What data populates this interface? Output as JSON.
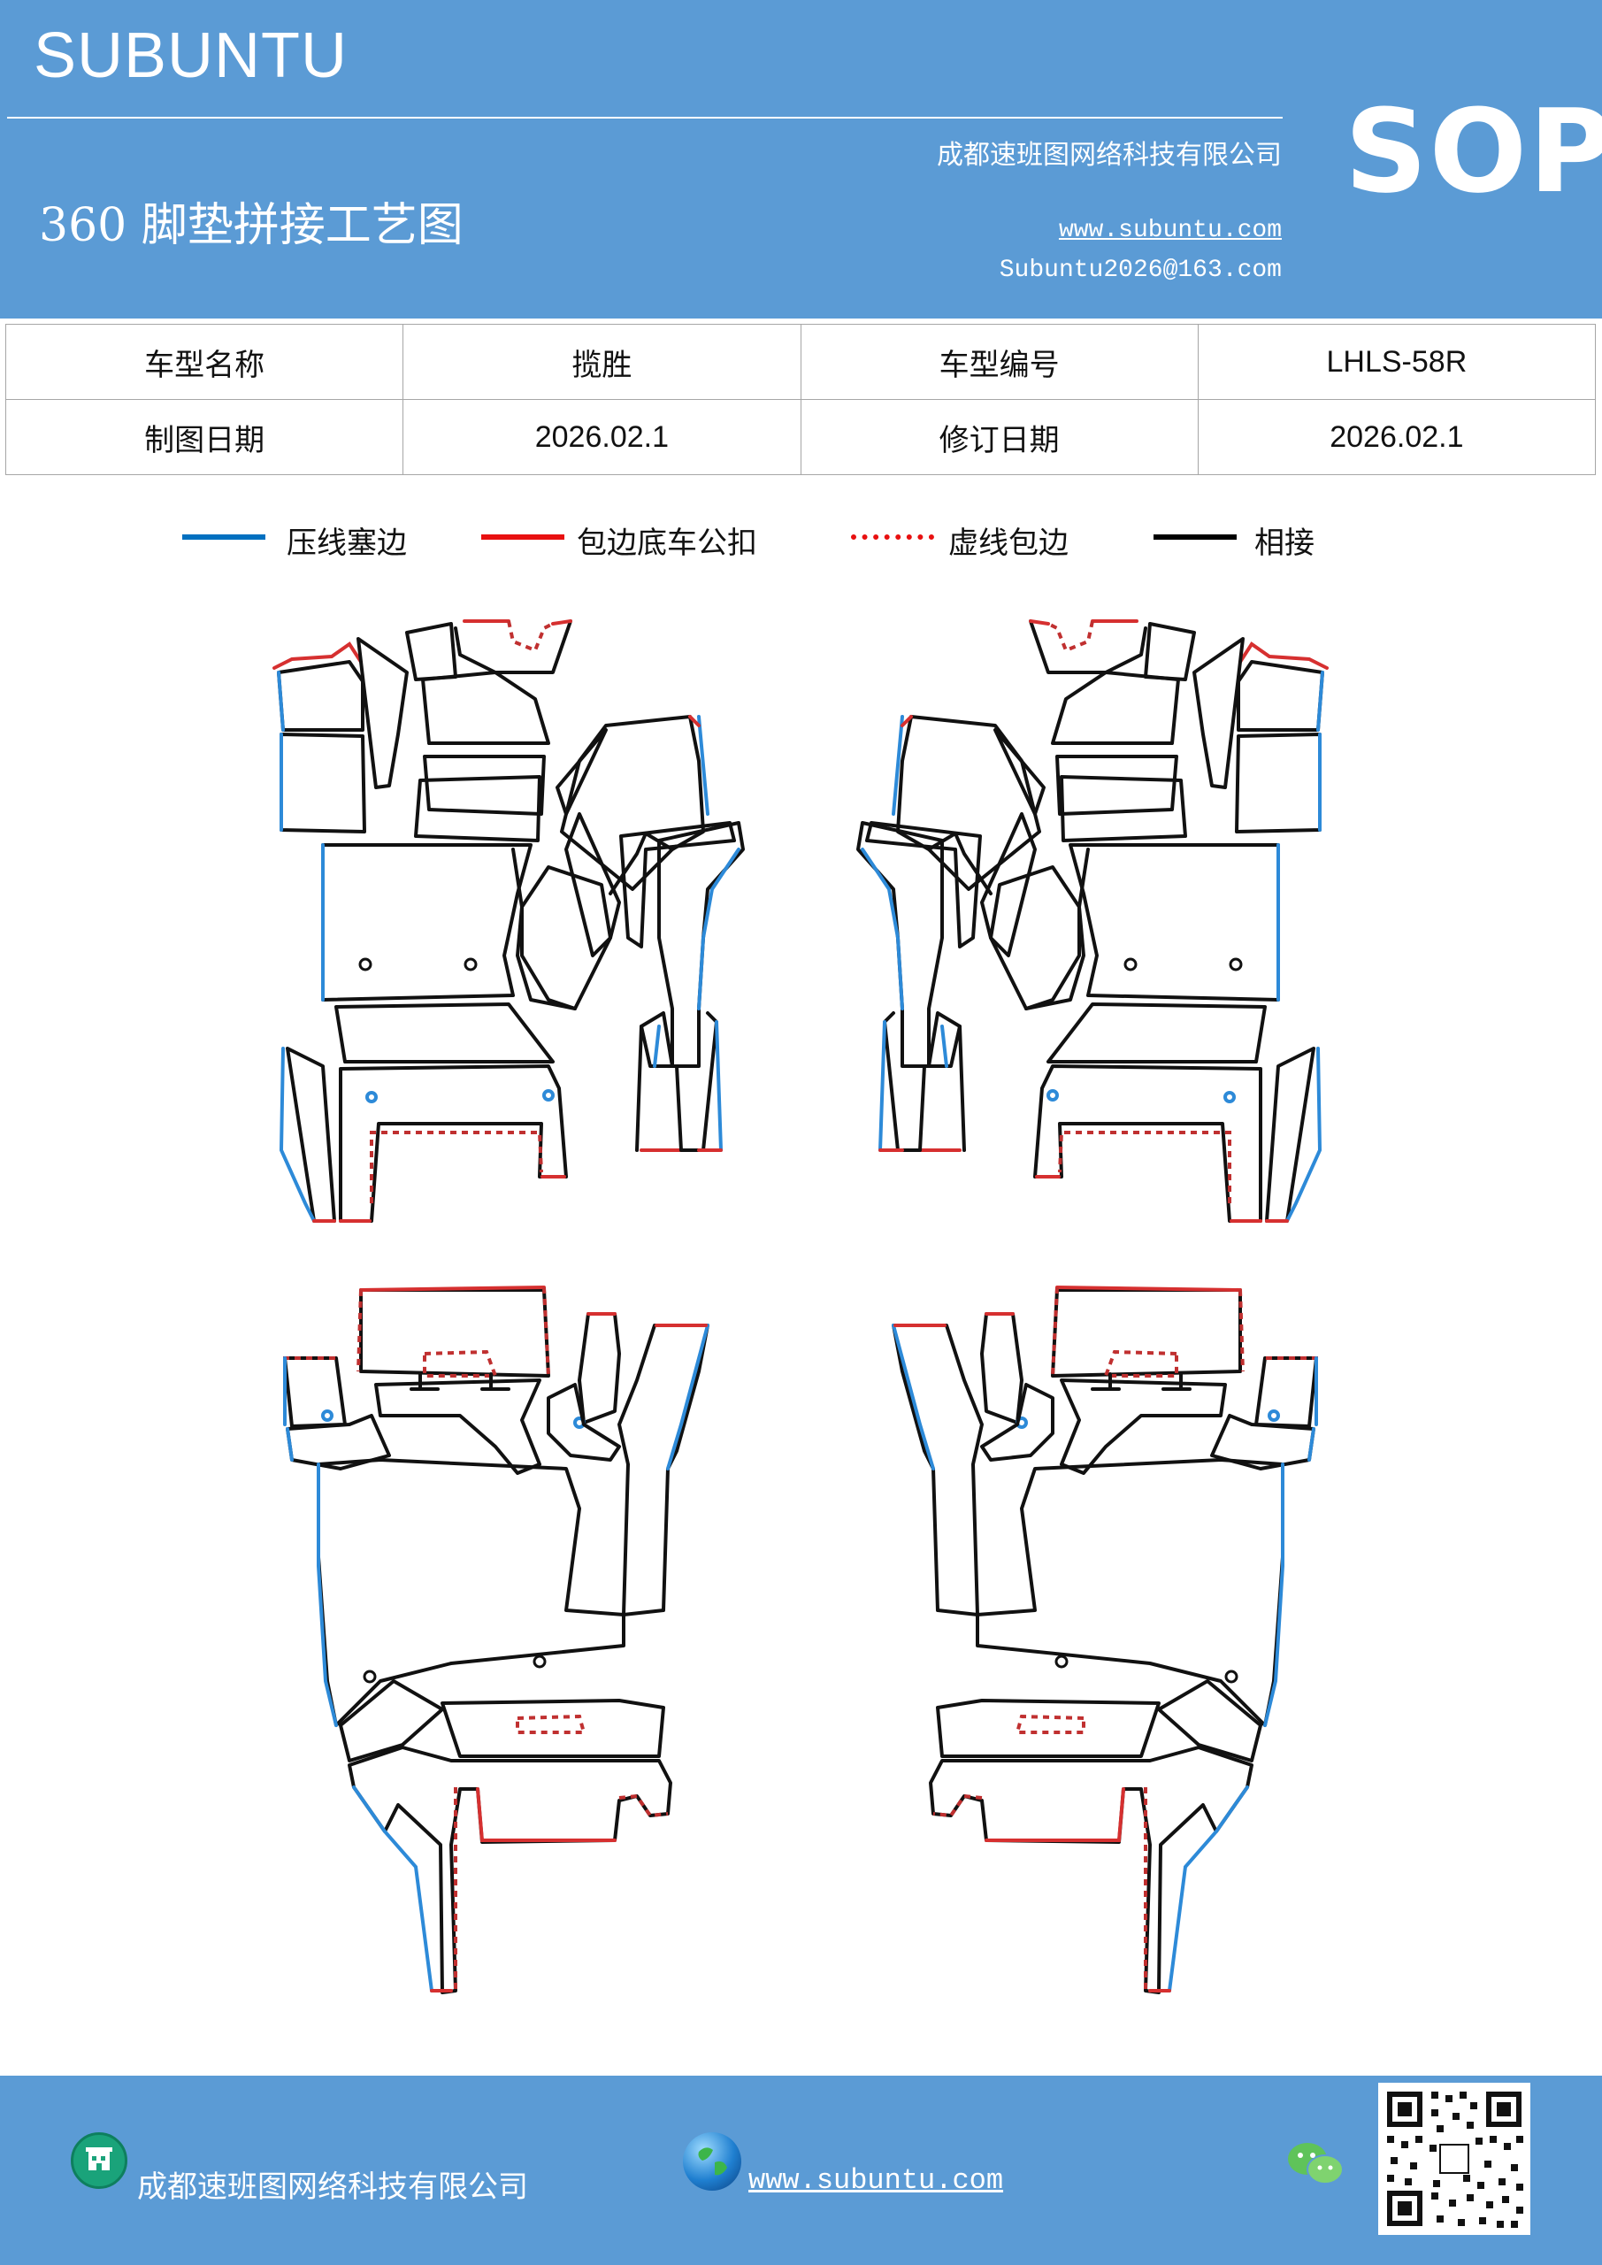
{
  "header": {
    "brand": "SUBUNTU",
    "title": "360 脚垫拼接工艺图",
    "company": "成都速班图网络科技有限公司",
    "website": "www.subuntu.com",
    "email": "Subuntu2026@163.com",
    "badge": "SOP",
    "bg_color": "#5b9bd5"
  },
  "info_table": {
    "rows": [
      [
        "车型名称",
        "揽胜",
        "车型编号",
        "LHLS-58R"
      ],
      [
        "制图日期",
        "2026.02.1",
        "修订日期",
        "2026.02.1"
      ]
    ]
  },
  "legend": [
    {
      "label": "压线塞边",
      "color": "#0070c0",
      "style": "solid"
    },
    {
      "label": "包边底车公扣",
      "color": "#e81010",
      "style": "solid"
    },
    {
      "label": "虚线包边",
      "color": "#e81010",
      "style": "dotted"
    },
    {
      "label": "相接",
      "color": "#000000",
      "style": "solid"
    }
  ],
  "diagram": {
    "line_colors": {
      "blue": "#2d8ad8",
      "red": "#d63030",
      "black": "#111111",
      "dashed": "#c03030"
    }
  },
  "footer": {
    "company": "成都速班图网络科技有限公司",
    "website": "www.subuntu.com",
    "icons": [
      "building-icon",
      "globe-icon",
      "wechat-icon",
      "qr-code"
    ]
  }
}
